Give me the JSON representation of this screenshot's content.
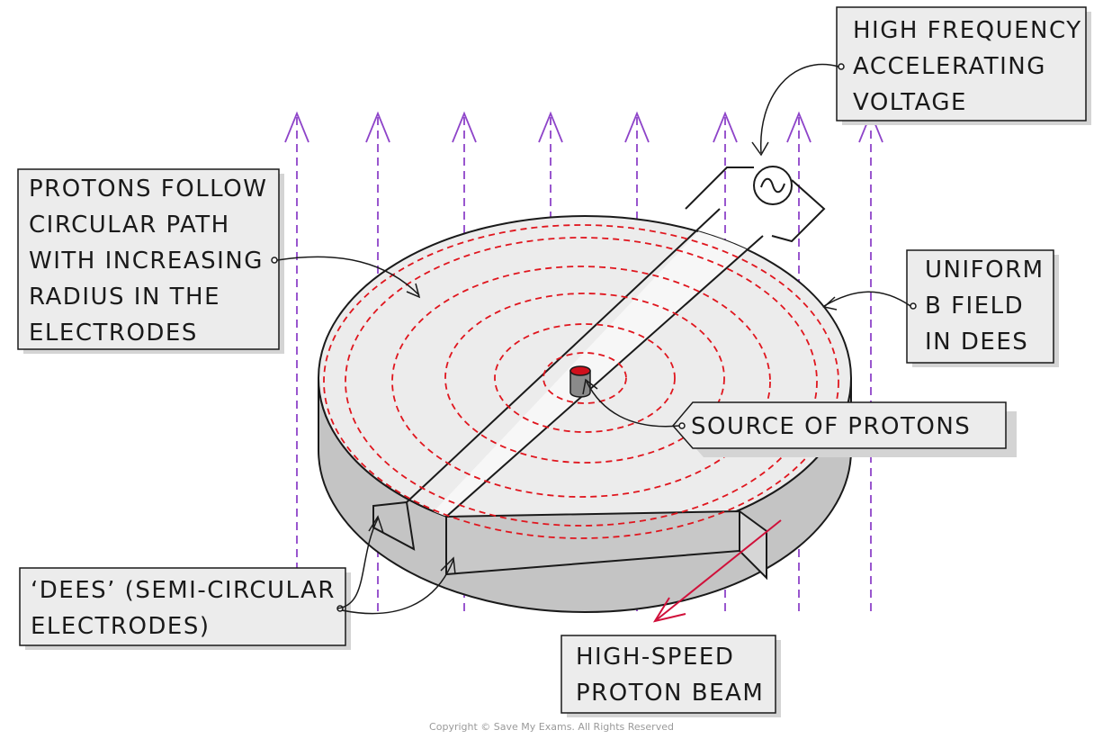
{
  "colors": {
    "field_lines": "#8e44c9",
    "proton_path": "#e0161e",
    "beam": "#d0103a",
    "dee_top": "#ececec",
    "dee_side": "#c4c4c4",
    "label_box": "#ececec",
    "outline": "#1a1a1a"
  },
  "labels": {
    "high_frequency_voltage": [
      "HIGH FREQUENCY",
      "ACCELERATING",
      "VOLTAGE"
    ],
    "protons_path": [
      "PROTONS FOLLOW",
      "CIRCULAR PATH",
      "WITH INCREASING",
      "RADIUS IN THE",
      "ELECTRODES"
    ],
    "uniform_b_field": [
      "UNIFORM",
      "B FIELD",
      "IN DEES"
    ],
    "source_of_protons": [
      "SOURCE OF PROTONS"
    ],
    "dees": [
      "‘DEES’ (SEMI-CIRCULAR",
      "ELECTRODES)"
    ],
    "proton_beam": [
      "HIGH-SPEED",
      "PROTON BEAM"
    ]
  },
  "icons": {
    "ac_source": "alternating-voltage-source-icon"
  },
  "copyright": "Copyright © Save My Exams. All Rights Reserved"
}
